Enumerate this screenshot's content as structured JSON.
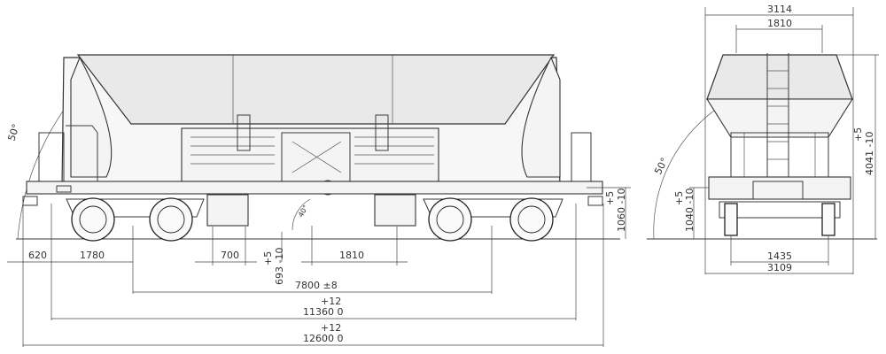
{
  "side_view": {
    "dims": {
      "d620": "620",
      "d1780": "1780",
      "d700": "700",
      "d693_a": "+5",
      "d693_b": "693 -10",
      "d1810": "1810",
      "d7800": "7800 ±8",
      "d11360_tol": "+12",
      "d11360": "11360  0",
      "d12600_tol": "+12",
      "d12600": "12600  0",
      "d1060_a": "+5",
      "d1060_b": "1060 -10",
      "angle": "50°",
      "angle_small": "40°"
    }
  },
  "end_view": {
    "dims": {
      "d3114": "3114",
      "d1810": "1810",
      "d4041_a": "+5",
      "d4041_b": "4041 -10",
      "d1040_a": "+5",
      "d1040_b": "1040 -10",
      "d1435": "1435",
      "d3109": "3109",
      "angle": "50°"
    }
  }
}
